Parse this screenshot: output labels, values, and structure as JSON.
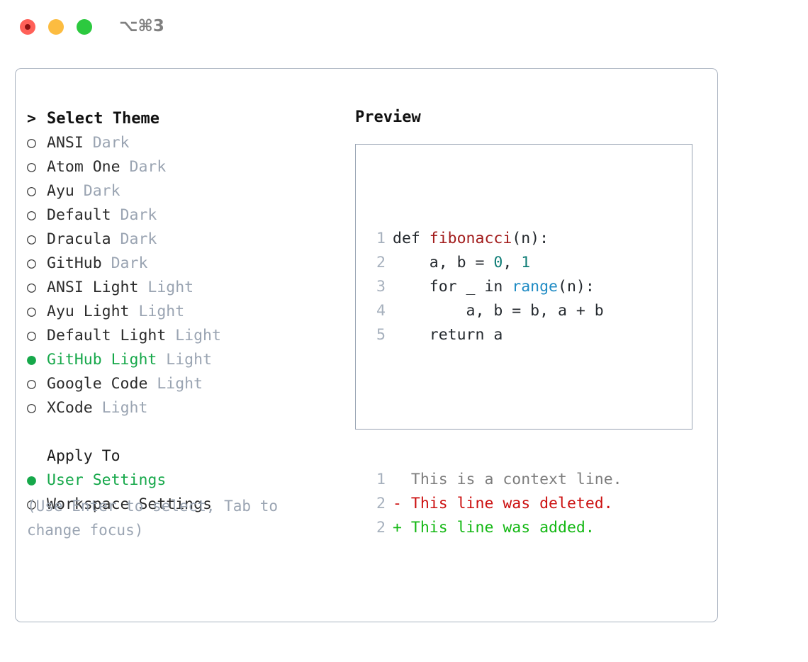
{
  "titlebar": {
    "shortcut": "⌥⌘3",
    "traffic_lights": [
      "close",
      "minimize",
      "maximize"
    ],
    "colors": {
      "close": "#ff6058",
      "minimize": "#fcbc40",
      "maximize": "#2cc93f"
    }
  },
  "theme_picker": {
    "heading_marker": ">",
    "heading": "Select Theme",
    "selected_index": 9,
    "items": [
      {
        "bullet": "○",
        "label": "ANSI",
        "kind": "Dark",
        "selected": false
      },
      {
        "bullet": "○",
        "label": "Atom One",
        "kind": "Dark",
        "selected": false
      },
      {
        "bullet": "○",
        "label": "Ayu",
        "kind": "Dark",
        "selected": false
      },
      {
        "bullet": "○",
        "label": "Default",
        "kind": "Dark",
        "selected": false
      },
      {
        "bullet": "○",
        "label": "Dracula",
        "kind": "Dark",
        "selected": false
      },
      {
        "bullet": "○",
        "label": "GitHub",
        "kind": "Dark",
        "selected": false
      },
      {
        "bullet": "○",
        "label": "ANSI Light",
        "kind": "Light",
        "selected": false
      },
      {
        "bullet": "○",
        "label": "Ayu Light",
        "kind": "Light",
        "selected": false
      },
      {
        "bullet": "○",
        "label": "Default Light",
        "kind": "Light",
        "selected": false
      },
      {
        "bullet": "●",
        "label": "GitHub Light",
        "kind": "Light",
        "selected": true
      },
      {
        "bullet": "○",
        "label": "Google Code",
        "kind": "Light",
        "selected": false
      },
      {
        "bullet": "○",
        "label": "XCode",
        "kind": "Light",
        "selected": false
      }
    ]
  },
  "apply_to": {
    "title": "Apply To",
    "options": [
      {
        "bullet": "●",
        "label": "User Settings",
        "selected": true
      },
      {
        "bullet": "○",
        "label": "Workspace Settings",
        "selected": false
      }
    ]
  },
  "hint": "(Use Enter to select, Tab to change focus)",
  "preview": {
    "title": "Preview",
    "code_lines": [
      {
        "no": "1",
        "tokens": [
          {
            "t": "def ",
            "c": "plain"
          },
          {
            "t": "fibonacci",
            "c": "func"
          },
          {
            "t": "(n):",
            "c": "plain"
          }
        ]
      },
      {
        "no": "2",
        "tokens": [
          {
            "t": "    a, b = ",
            "c": "plain"
          },
          {
            "t": "0",
            "c": "num"
          },
          {
            "t": ", ",
            "c": "plain"
          },
          {
            "t": "1",
            "c": "num"
          }
        ]
      },
      {
        "no": "3",
        "tokens": [
          {
            "t": "    for _ in ",
            "c": "plain"
          },
          {
            "t": "range",
            "c": "call"
          },
          {
            "t": "(n):",
            "c": "plain"
          }
        ]
      },
      {
        "no": "4",
        "tokens": [
          {
            "t": "        a, b = b, a + b",
            "c": "plain"
          }
        ]
      },
      {
        "no": "5",
        "tokens": [
          {
            "t": "    return a",
            "c": "plain"
          }
        ]
      }
    ],
    "diff_lines": [
      {
        "no": "1",
        "marker": " ",
        "text": "This is a context line.",
        "kind": "ctx"
      },
      {
        "no": "2",
        "marker": "-",
        "text": "This line was deleted.",
        "kind": "del"
      },
      {
        "no": "2",
        "marker": "+",
        "text": "This line was added.",
        "kind": "add"
      }
    ]
  },
  "colors": {
    "accent_green": "#16a84a",
    "diff_add": "#14b814",
    "diff_del": "#cc1111",
    "muted": "#9aa4b2",
    "border": "#aab3c0",
    "preview_border": "#98a3b3",
    "token_func": "#a21c1c",
    "token_num": "#0f7d76",
    "token_call": "#1f8bc4"
  }
}
